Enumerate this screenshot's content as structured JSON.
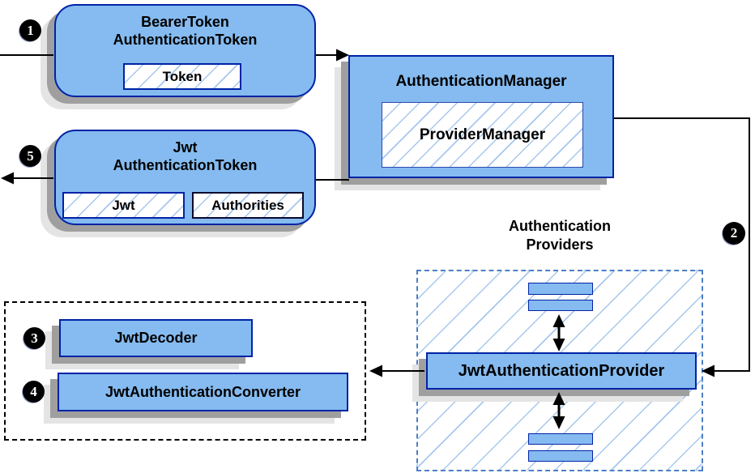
{
  "diagram": {
    "description": "Spring Security JWT authentication flow diagram",
    "steps": {
      "s1": "1",
      "s2": "2",
      "s3": "3",
      "s4": "4",
      "s5": "5"
    },
    "nodes": {
      "bearer_token": {
        "line1": "BearerToken",
        "line2": "AuthenticationToken",
        "chip": "Token"
      },
      "authentication_manager": {
        "title": "AuthenticationManager",
        "inner": "ProviderManager"
      },
      "jwt_authentication_token": {
        "line1": "Jwt",
        "line2": "AuthenticationToken",
        "chip1": "Jwt",
        "chip2": "Authorities"
      },
      "jwt_authentication_provider": {
        "title": "JwtAuthenticationProvider"
      },
      "jwt_decoder": {
        "title": "JwtDecoder"
      },
      "jwt_authentication_converter": {
        "title": "JwtAuthenticationConverter"
      }
    },
    "group_labels": {
      "authentication_providers": {
        "line1": "Authentication",
        "line2": "Providers"
      }
    },
    "colors": {
      "node_fill": "#85BBF0",
      "node_border": "#0023A6",
      "hatch_line": "#A6C7EE",
      "dashed_blue_border": "#4D7FC4",
      "dashed_black_border": "#000000",
      "connector": "#000000",
      "step_circle_bg": "#000000",
      "step_circle_text": "#FFFFFF",
      "shadow_dark": "#9F9F9F",
      "shadow_light": "#E4E4E4"
    }
  }
}
